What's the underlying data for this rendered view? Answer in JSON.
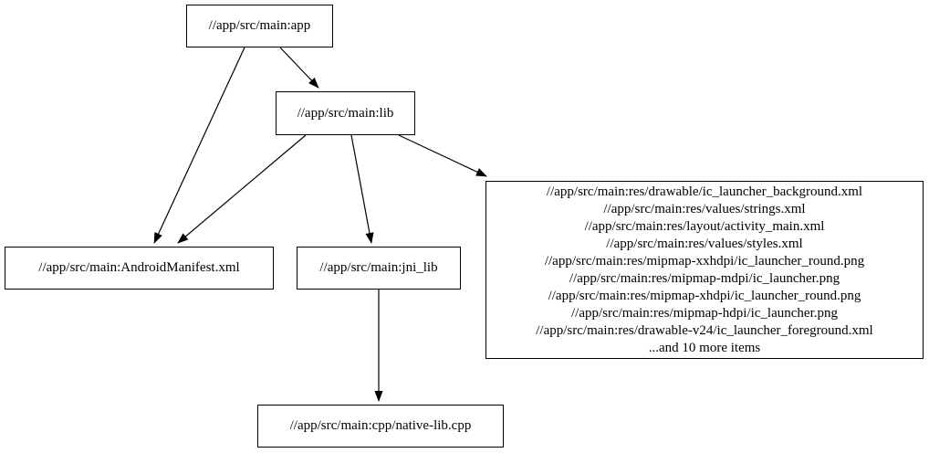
{
  "diagram": {
    "kind": "build-dependency-graph",
    "colors": {
      "background": "#ffffff",
      "node_border": "#000000",
      "edge": "#000000",
      "text": "#000000"
    },
    "nodes": {
      "app": {
        "label": "//app/src/main:app"
      },
      "lib": {
        "label": "//app/src/main:lib"
      },
      "manifest": {
        "label": "//app/src/main:AndroidManifest.xml"
      },
      "jni_lib": {
        "label": "//app/src/main:jni_lib"
      },
      "cpp": {
        "label": "//app/src/main:cpp/native-lib.cpp"
      },
      "res": {
        "lines": [
          "//app/src/main:res/drawable/ic_launcher_background.xml",
          "//app/src/main:res/values/strings.xml",
          "//app/src/main:res/layout/activity_main.xml",
          "//app/src/main:res/values/styles.xml",
          "//app/src/main:res/mipmap-xxhdpi/ic_launcher_round.png",
          "//app/src/main:res/mipmap-mdpi/ic_launcher.png",
          "//app/src/main:res/mipmap-xhdpi/ic_launcher_round.png",
          "//app/src/main:res/mipmap-hdpi/ic_launcher.png",
          "//app/src/main:res/drawable-v24/ic_launcher_foreground.xml",
          "...and 10 more items"
        ]
      }
    },
    "edges": [
      {
        "from": "//app/src/main:app",
        "to": "//app/src/main:lib"
      },
      {
        "from": "//app/src/main:app",
        "to": "//app/src/main:AndroidManifest.xml"
      },
      {
        "from": "//app/src/main:lib",
        "to": "//app/src/main:AndroidManifest.xml"
      },
      {
        "from": "//app/src/main:lib",
        "to": "//app/src/main:jni_lib"
      },
      {
        "from": "//app/src/main:lib",
        "to": "res-file-group"
      },
      {
        "from": "//app/src/main:jni_lib",
        "to": "//app/src/main:cpp/native-lib.cpp"
      }
    ]
  }
}
